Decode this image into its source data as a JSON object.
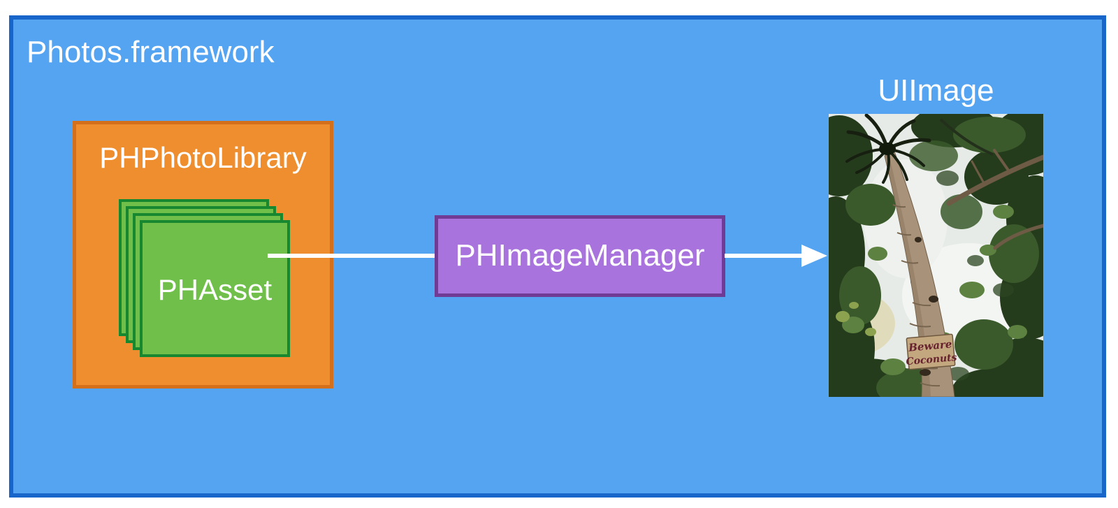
{
  "diagram": {
    "framework_label": "Photos.framework",
    "library_label": "PHPhotoLibrary",
    "asset_label": "PHAsset",
    "manager_label": "PHImageManager",
    "uiimage_label": "UIImage"
  },
  "photo": {
    "sign_line1": "Beware",
    "sign_line2": "Coconuts"
  },
  "colors": {
    "canvas_fill": "#55a4f1",
    "canvas_border": "#1866c9",
    "library_fill": "#ef8e2f",
    "library_border": "#d4701c",
    "asset_fill": "#70bf4b",
    "asset_border": "#17882f",
    "manager_fill": "#a973dd",
    "manager_border": "#6f3b94",
    "connector": "#ffffff",
    "label_text": "#ffffff"
  }
}
